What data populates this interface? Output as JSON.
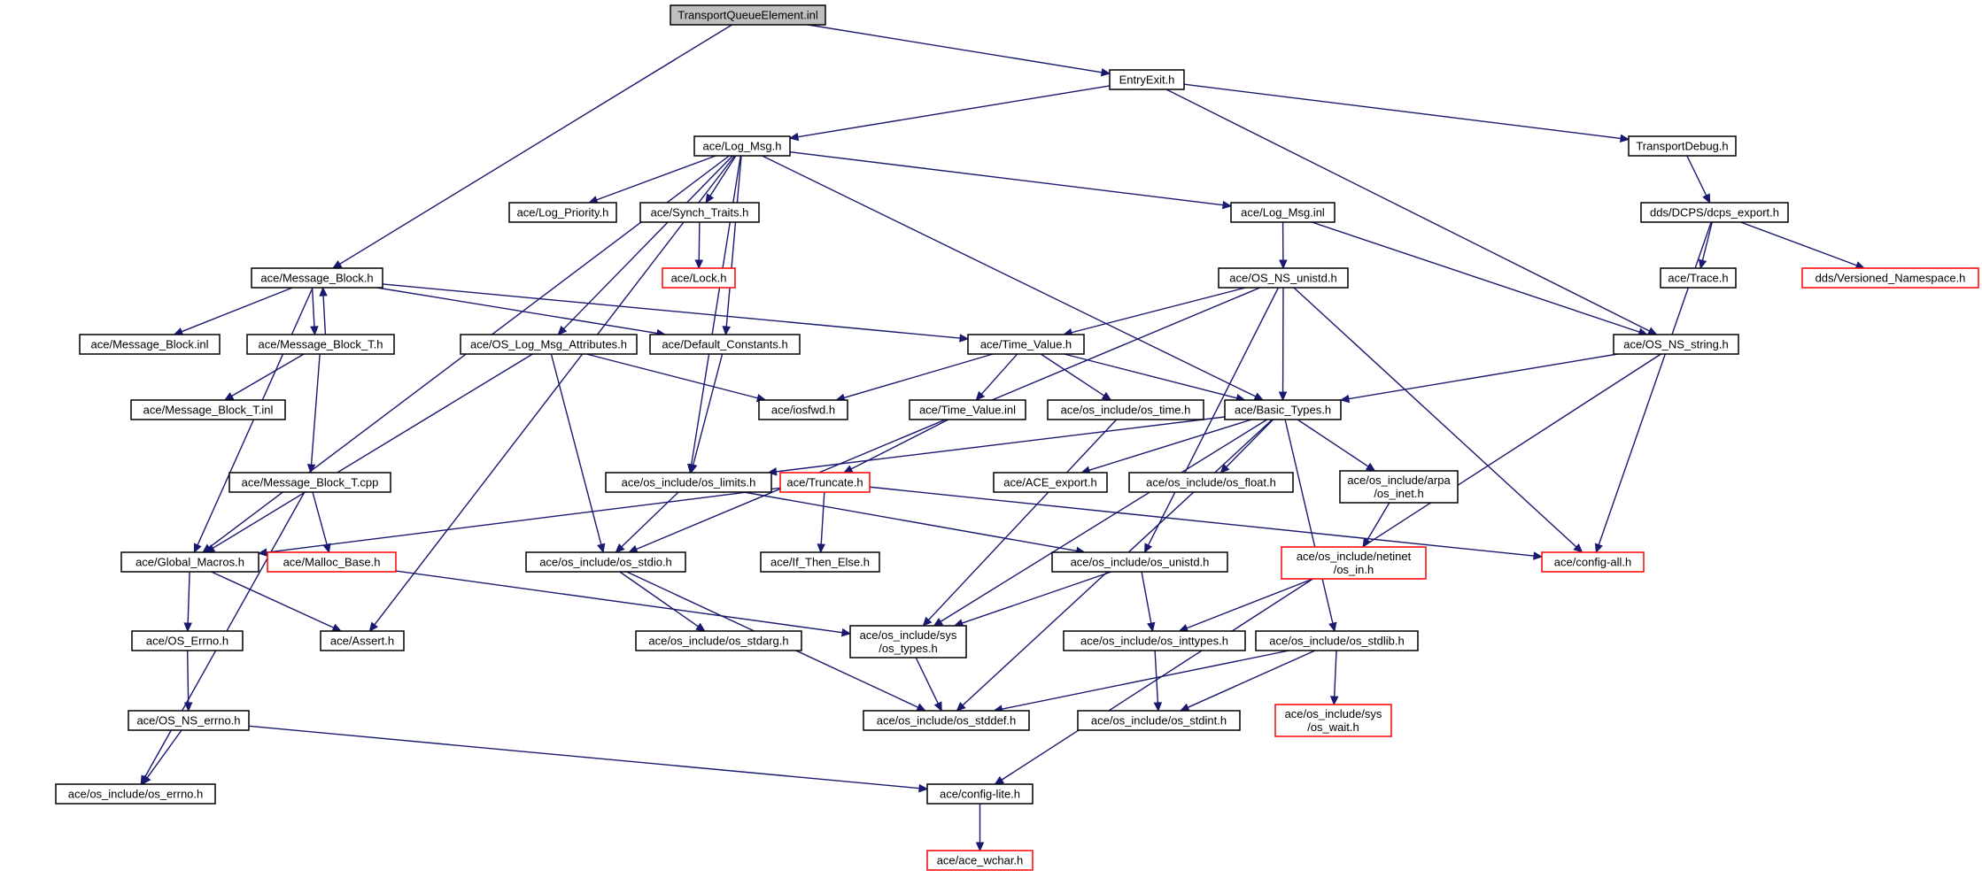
{
  "graph_title": "TransportQueueElement.inl",
  "nodes": [
    {
      "id": "tqe",
      "lines": [
        "TransportQueueElement.inl"
      ],
      "kind": "root"
    },
    {
      "id": "entry",
      "lines": [
        "EntryExit.h"
      ],
      "kind": "normal"
    },
    {
      "id": "logmsg",
      "lines": [
        "ace/Log_Msg.h"
      ],
      "kind": "normal"
    },
    {
      "id": "tdebug",
      "lines": [
        "TransportDebug.h"
      ],
      "kind": "normal"
    },
    {
      "id": "logprio",
      "lines": [
        "ace/Log_Priority.h"
      ],
      "kind": "normal"
    },
    {
      "id": "synch",
      "lines": [
        "ace/Synch_Traits.h"
      ],
      "kind": "normal"
    },
    {
      "id": "logmsginl",
      "lines": [
        "ace/Log_Msg.inl"
      ],
      "kind": "normal"
    },
    {
      "id": "dcpsexport",
      "lines": [
        "dds/DCPS/dcps_export.h"
      ],
      "kind": "normal"
    },
    {
      "id": "lock",
      "lines": [
        "ace/Lock.h"
      ],
      "kind": "truncated"
    },
    {
      "id": "msgblock",
      "lines": [
        "ace/Message_Block.h"
      ],
      "kind": "normal"
    },
    {
      "id": "osnsunistd",
      "lines": [
        "ace/OS_NS_unistd.h"
      ],
      "kind": "normal"
    },
    {
      "id": "trace",
      "lines": [
        "ace/Trace.h"
      ],
      "kind": "normal"
    },
    {
      "id": "versioned",
      "lines": [
        "dds/Versioned_Namespace.h"
      ],
      "kind": "truncated"
    },
    {
      "id": "msgblockinl",
      "lines": [
        "ace/Message_Block.inl"
      ],
      "kind": "normal"
    },
    {
      "id": "msgblockt",
      "lines": [
        "ace/Message_Block_T.h"
      ],
      "kind": "normal"
    },
    {
      "id": "oslogattr",
      "lines": [
        "ace/OS_Log_Msg_Attributes.h"
      ],
      "kind": "normal"
    },
    {
      "id": "defconst",
      "lines": [
        "ace/Default_Constants.h"
      ],
      "kind": "normal"
    },
    {
      "id": "timevalue",
      "lines": [
        "ace/Time_Value.h"
      ],
      "kind": "normal"
    },
    {
      "id": "osnsstring",
      "lines": [
        "ace/OS_NS_string.h"
      ],
      "kind": "normal"
    },
    {
      "id": "msgblocktinl",
      "lines": [
        "ace/Message_Block_T.inl"
      ],
      "kind": "normal"
    },
    {
      "id": "iosfwd",
      "lines": [
        "ace/iosfwd.h"
      ],
      "kind": "normal"
    },
    {
      "id": "timevalueinl",
      "lines": [
        "ace/Time_Value.inl"
      ],
      "kind": "normal"
    },
    {
      "id": "ostime",
      "lines": [
        "ace/os_include/os_time.h"
      ],
      "kind": "normal"
    },
    {
      "id": "basictypes",
      "lines": [
        "ace/Basic_Types.h"
      ],
      "kind": "normal"
    },
    {
      "id": "msgblocktcpp",
      "lines": [
        "ace/Message_Block_T.cpp"
      ],
      "kind": "normal"
    },
    {
      "id": "oslimits",
      "lines": [
        "ace/os_include/os_limits.h"
      ],
      "kind": "normal"
    },
    {
      "id": "truncate",
      "lines": [
        "ace/Truncate.h"
      ],
      "kind": "truncated"
    },
    {
      "id": "aceexport",
      "lines": [
        "ace/ACE_export.h"
      ],
      "kind": "normal"
    },
    {
      "id": "osfloat",
      "lines": [
        "ace/os_include/os_float.h"
      ],
      "kind": "normal"
    },
    {
      "id": "osinet",
      "lines": [
        "ace/os_include/arpa",
        "/os_inet.h"
      ],
      "kind": "normal"
    },
    {
      "id": "globalmacros",
      "lines": [
        "ace/Global_Macros.h"
      ],
      "kind": "normal"
    },
    {
      "id": "mallocbase",
      "lines": [
        "ace/Malloc_Base.h"
      ],
      "kind": "truncated"
    },
    {
      "id": "osstdio",
      "lines": [
        "ace/os_include/os_stdio.h"
      ],
      "kind": "normal"
    },
    {
      "id": "ifthenelse",
      "lines": [
        "ace/If_Then_Else.h"
      ],
      "kind": "normal"
    },
    {
      "id": "osunistd",
      "lines": [
        "ace/os_include/os_unistd.h"
      ],
      "kind": "normal"
    },
    {
      "id": "osin",
      "lines": [
        "ace/os_include/netinet",
        "/os_in.h"
      ],
      "kind": "truncated"
    },
    {
      "id": "configall",
      "lines": [
        "ace/config-all.h"
      ],
      "kind": "truncated"
    },
    {
      "id": "oserrno",
      "lines": [
        "ace/OS_Errno.h"
      ],
      "kind": "normal"
    },
    {
      "id": "assert",
      "lines": [
        "ace/Assert.h"
      ],
      "kind": "normal"
    },
    {
      "id": "osstdarg",
      "lines": [
        "ace/os_include/os_stdarg.h"
      ],
      "kind": "normal"
    },
    {
      "id": "systypes",
      "lines": [
        "ace/os_include/sys",
        "/os_types.h"
      ],
      "kind": "normal"
    },
    {
      "id": "osinttypes",
      "lines": [
        "ace/os_include/os_inttypes.h"
      ],
      "kind": "normal"
    },
    {
      "id": "osstdlib",
      "lines": [
        "ace/os_include/os_stdlib.h"
      ],
      "kind": "normal"
    },
    {
      "id": "osnserrno",
      "lines": [
        "ace/OS_NS_errno.h"
      ],
      "kind": "normal"
    },
    {
      "id": "osstddef",
      "lines": [
        "ace/os_include/os_stddef.h"
      ],
      "kind": "normal"
    },
    {
      "id": "osstdint",
      "lines": [
        "ace/os_include/os_stdint.h"
      ],
      "kind": "normal"
    },
    {
      "id": "oswait",
      "lines": [
        "ace/os_include/sys",
        "/os_wait.h"
      ],
      "kind": "truncated"
    },
    {
      "id": "oserrnoh",
      "lines": [
        "ace/os_include/os_errno.h"
      ],
      "kind": "normal"
    },
    {
      "id": "configlite",
      "lines": [
        "ace/config-lite.h"
      ],
      "kind": "normal"
    },
    {
      "id": "acewchar",
      "lines": [
        "ace/ace_wchar.h"
      ],
      "kind": "truncated"
    }
  ],
  "edges": [
    [
      "tqe",
      "entry"
    ],
    [
      "tqe",
      "msgblock"
    ],
    [
      "entry",
      "logmsg"
    ],
    [
      "entry",
      "tdebug"
    ],
    [
      "entry",
      "osnsstring"
    ],
    [
      "logmsg",
      "logprio"
    ],
    [
      "logmsg",
      "synch"
    ],
    [
      "logmsg",
      "logmsginl"
    ],
    [
      "logmsg",
      "oslogattr"
    ],
    [
      "logmsg",
      "defconst"
    ],
    [
      "logmsg",
      "basictypes"
    ],
    [
      "logmsg",
      "oslimits"
    ],
    [
      "logmsg",
      "globalmacros"
    ],
    [
      "logmsg",
      "assert"
    ],
    [
      "synch",
      "lock"
    ],
    [
      "tdebug",
      "dcpsexport"
    ],
    [
      "dcpsexport",
      "trace"
    ],
    [
      "dcpsexport",
      "versioned"
    ],
    [
      "dcpsexport",
      "configall"
    ],
    [
      "logmsginl",
      "osnsunistd"
    ],
    [
      "logmsginl",
      "osnsstring"
    ],
    [
      "osnsunistd",
      "timevalue"
    ],
    [
      "osnsunistd",
      "basictypes"
    ],
    [
      "osnsunistd",
      "osstdio"
    ],
    [
      "osnsunistd",
      "osunistd"
    ],
    [
      "osnsunistd",
      "configall"
    ],
    [
      "msgblock",
      "msgblockinl"
    ],
    [
      "msgblock",
      "msgblockt"
    ],
    [
      "msgblock",
      "defconst"
    ],
    [
      "msgblock",
      "timevalue"
    ],
    [
      "msgblock",
      "globalmacros"
    ],
    [
      "msgblockt",
      "msgblock"
    ],
    [
      "msgblockt",
      "msgblocktinl"
    ],
    [
      "msgblockt",
      "msgblocktcpp"
    ],
    [
      "msgblocktcpp",
      "mallocbase"
    ],
    [
      "msgblocktcpp",
      "oserrnoh"
    ],
    [
      "oslogattr",
      "iosfwd"
    ],
    [
      "oslogattr",
      "osstdio"
    ],
    [
      "oslogattr",
      "globalmacros"
    ],
    [
      "defconst",
      "oslimits"
    ],
    [
      "timevalue",
      "iosfwd"
    ],
    [
      "timevalue",
      "timevalueinl"
    ],
    [
      "timevalue",
      "ostime"
    ],
    [
      "timevalue",
      "basictypes"
    ],
    [
      "timevalueinl",
      "truncate"
    ],
    [
      "ostime",
      "systypes"
    ],
    [
      "osnsstring",
      "basictypes"
    ],
    [
      "osnsstring",
      "configlite"
    ],
    [
      "basictypes",
      "oslimits"
    ],
    [
      "basictypes",
      "aceexport"
    ],
    [
      "basictypes",
      "osfloat"
    ],
    [
      "basictypes",
      "osinet"
    ],
    [
      "basictypes",
      "systypes"
    ],
    [
      "basictypes",
      "osstddef"
    ],
    [
      "basictypes",
      "osstdlib"
    ],
    [
      "oslimits",
      "osstdio"
    ],
    [
      "oslimits",
      "osunistd"
    ],
    [
      "truncate",
      "globalmacros"
    ],
    [
      "truncate",
      "ifthenelse"
    ],
    [
      "truncate",
      "configall"
    ],
    [
      "osinet",
      "osin"
    ],
    [
      "osin",
      "osinttypes"
    ],
    [
      "globalmacros",
      "oserrno"
    ],
    [
      "globalmacros",
      "assert"
    ],
    [
      "mallocbase",
      "systypes"
    ],
    [
      "osstdio",
      "osstdarg"
    ],
    [
      "osstdio",
      "osstddef"
    ],
    [
      "osunistd",
      "systypes"
    ],
    [
      "osunistd",
      "osinttypes"
    ],
    [
      "oserrno",
      "osnserrno"
    ],
    [
      "osnserrno",
      "oserrnoh"
    ],
    [
      "osnserrno",
      "configlite"
    ],
    [
      "systypes",
      "osstddef"
    ],
    [
      "osinttypes",
      "osstdint"
    ],
    [
      "osstdlib",
      "osstddef"
    ],
    [
      "osstdlib",
      "osstdint"
    ],
    [
      "osstdlib",
      "oswait"
    ],
    [
      "configlite",
      "acewchar"
    ]
  ],
  "colors": {
    "edge": "#191970",
    "normal_border": "#000000",
    "truncated_border": "#ff0000",
    "root_fill": "#bfbfbf",
    "node_fill": "#ffffff"
  }
}
